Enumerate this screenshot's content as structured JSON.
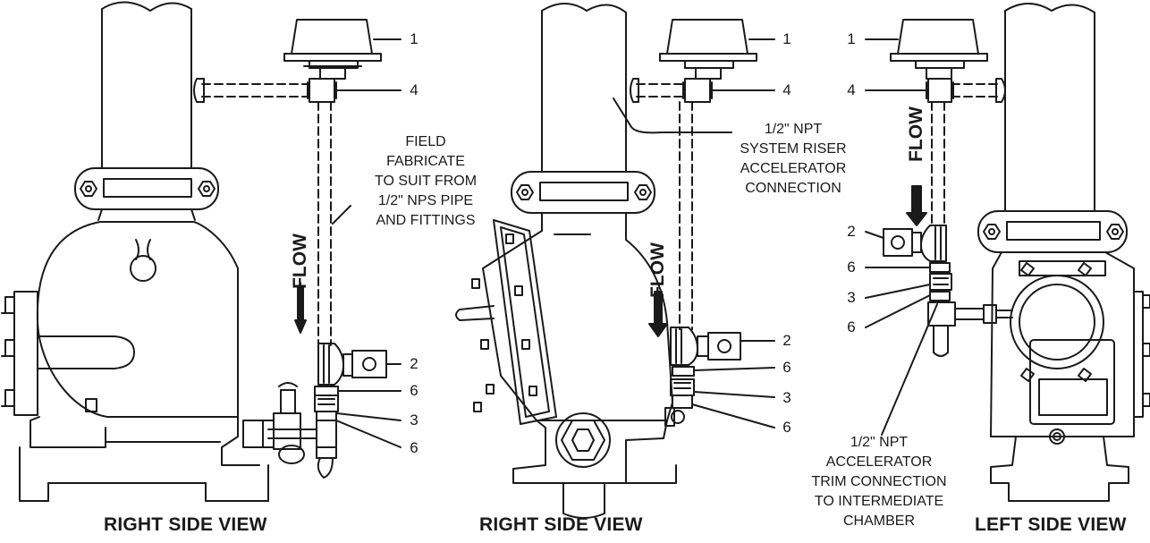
{
  "figure": {
    "views": [
      {
        "title": "RIGHT SIDE VIEW"
      },
      {
        "title": "RIGHT SIDE VIEW"
      },
      {
        "title": "LEFT SIDE VIEW"
      }
    ],
    "flow_label": "FLOW",
    "callouts": {
      "v1": [
        "1",
        "4",
        "2",
        "6",
        "3",
        "6"
      ],
      "v2": [
        "1",
        "4",
        "2",
        "6",
        "3",
        "6"
      ],
      "v3": [
        "1",
        "4",
        "2",
        "6",
        "3",
        "6"
      ]
    },
    "notes": {
      "field_fabricate": [
        "FIELD",
        "FABRICATE",
        "TO SUIT FROM",
        "1/2\" NPS PIPE",
        "AND FITTINGS"
      ],
      "riser_connection": [
        "1/2\" NPT",
        "SYSTEM RISER",
        "ACCELERATOR",
        "CONNECTION"
      ],
      "trim_connection": [
        "1/2\" NPT",
        "ACCELERATOR",
        "TRIM CONNECTION",
        "TO INTERMEDIATE",
        "CHAMBER"
      ]
    }
  }
}
